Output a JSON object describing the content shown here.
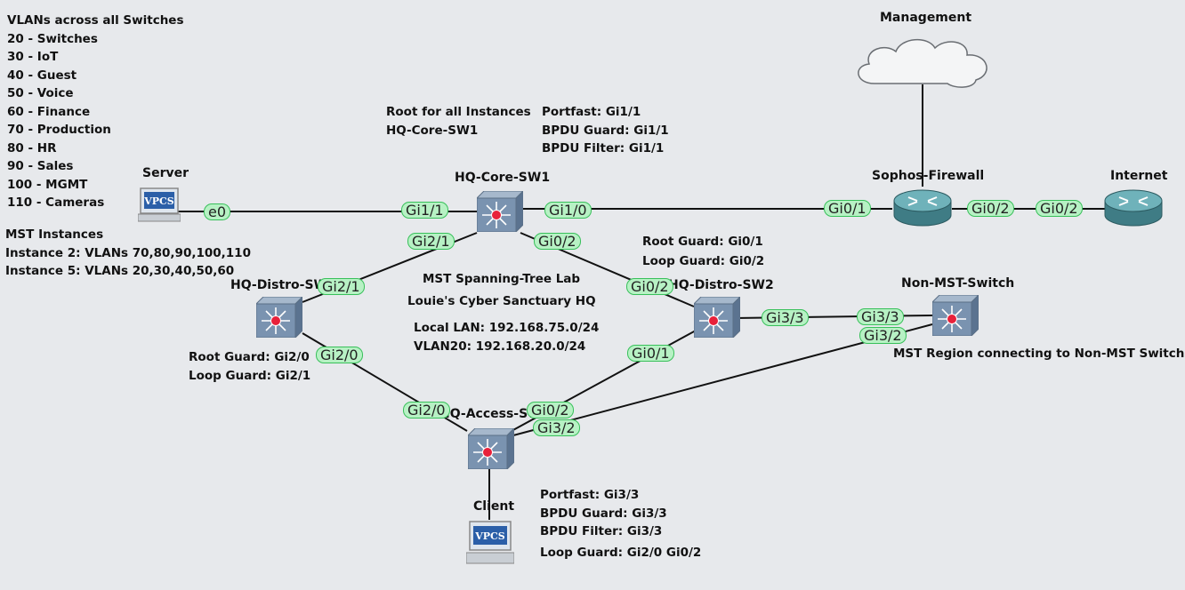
{
  "vlan_notes": [
    "VLANs across all Switches",
    "20 - Switches",
    "30 - IoT",
    "40 - Guest",
    "50 - Voice",
    "60 - Finance",
    "70 - Production",
    "80 - HR",
    "90 - Sales",
    "100 - MGMT",
    "110 - Cameras"
  ],
  "mst_notes": [
    "MST Instances",
    "Instance 2: VLANs 70,80,90,100,110",
    "Instance 5: VLANs 20,30,40,50,60"
  ],
  "root_notes": [
    "Root for all Instances",
    "HQ-Core-SW1"
  ],
  "core_port_notes": [
    "Portfast: Gi1/1",
    "BPDU Guard: Gi1/1",
    "BPDU Filter: Gi1/1"
  ],
  "distro2_notes": [
    "Root Guard: Gi0/1",
    "Loop Guard: Gi0/2"
  ],
  "center_notes": {
    "title": "MST Spanning-Tree Lab",
    "subtitle": "Louie's Cyber Sanctuary HQ",
    "lan": "Local LAN: 192.168.75.0/24",
    "vlan20": "VLAN20: 192.168.20.0/24"
  },
  "distro1_notes": [
    "Root Guard: Gi2/0",
    "Loop Guard: Gi2/1"
  ],
  "region_note": "MST Region connecting to Non-MST Switch",
  "client_notes": [
    "Portfast: Gi3/3",
    "BPDU Guard: Gi3/3",
    "BPDU Filter: Gi3/3",
    "Loop Guard: Gi2/0  Gi0/2"
  ],
  "devices": {
    "management": "Management",
    "server": "Server",
    "core": "HQ-Core-SW1",
    "firewall": "Sophos-Firewall",
    "internet": "Internet",
    "distro1": "HQ-Distro-SW1",
    "distro2": "HQ-Distro-SW2",
    "nonmst": "Non-MST-Switch",
    "access": "HQ-Access-SW1",
    "client": "Client",
    "vpcs_label": "VPCS"
  },
  "ports": {
    "server_e0": "e0",
    "core_gi1_1": "Gi1/1",
    "core_gi1_0": "Gi1/0",
    "core_gi2_1": "Gi2/1",
    "core_gi0_2": "Gi0/2",
    "fw_gi0_1": "Gi0/1",
    "fw_gi0_2": "Gi0/2",
    "inet_gi0_2": "Gi0/2",
    "d1_gi2_1": "Gi2/1",
    "d1_gi2_0": "Gi2/0",
    "d2_gi0_2": "Gi0/2",
    "d2_gi3_3": "Gi3/3",
    "d2_gi0_1": "Gi0/1",
    "nm_gi3_3": "Gi3/3",
    "nm_gi3_2": "Gi3/2",
    "acc_gi2_0": "Gi2/0",
    "acc_gi0_2": "Gi0/2",
    "acc_gi3_2": "Gi3/2"
  },
  "colors": {
    "background": "#e7e9ec",
    "port_fill": "#b7f1c4",
    "port_border": "#38c05a",
    "switch_blue": "#7a93b0",
    "router_teal": "#5a9ea6"
  }
}
